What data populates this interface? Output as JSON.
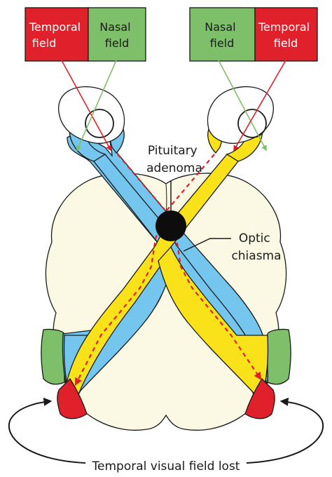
{
  "left_eye": {
    "temporal_field": [
      "Temporal",
      "field"
    ],
    "nasal_field": [
      "Nasal",
      "field"
    ]
  },
  "right_eye": {
    "nasal_field": [
      "Nasal",
      "field"
    ],
    "temporal_field": [
      "Temporal",
      "field"
    ]
  },
  "labels": {
    "tumour": [
      "Pituitary",
      "adenoma"
    ],
    "chiasm": [
      "Optic",
      "chiasma"
    ],
    "deficit": "Temporal visual field lost"
  },
  "colors": {
    "temporal_field": "#e0202a",
    "nasal_field": "#7ebf6a",
    "left_pathway": "#74c6ee",
    "right_pathway": "#f9e21a",
    "brain": "#fbf8e3",
    "outline": "#1a1a1a"
  }
}
